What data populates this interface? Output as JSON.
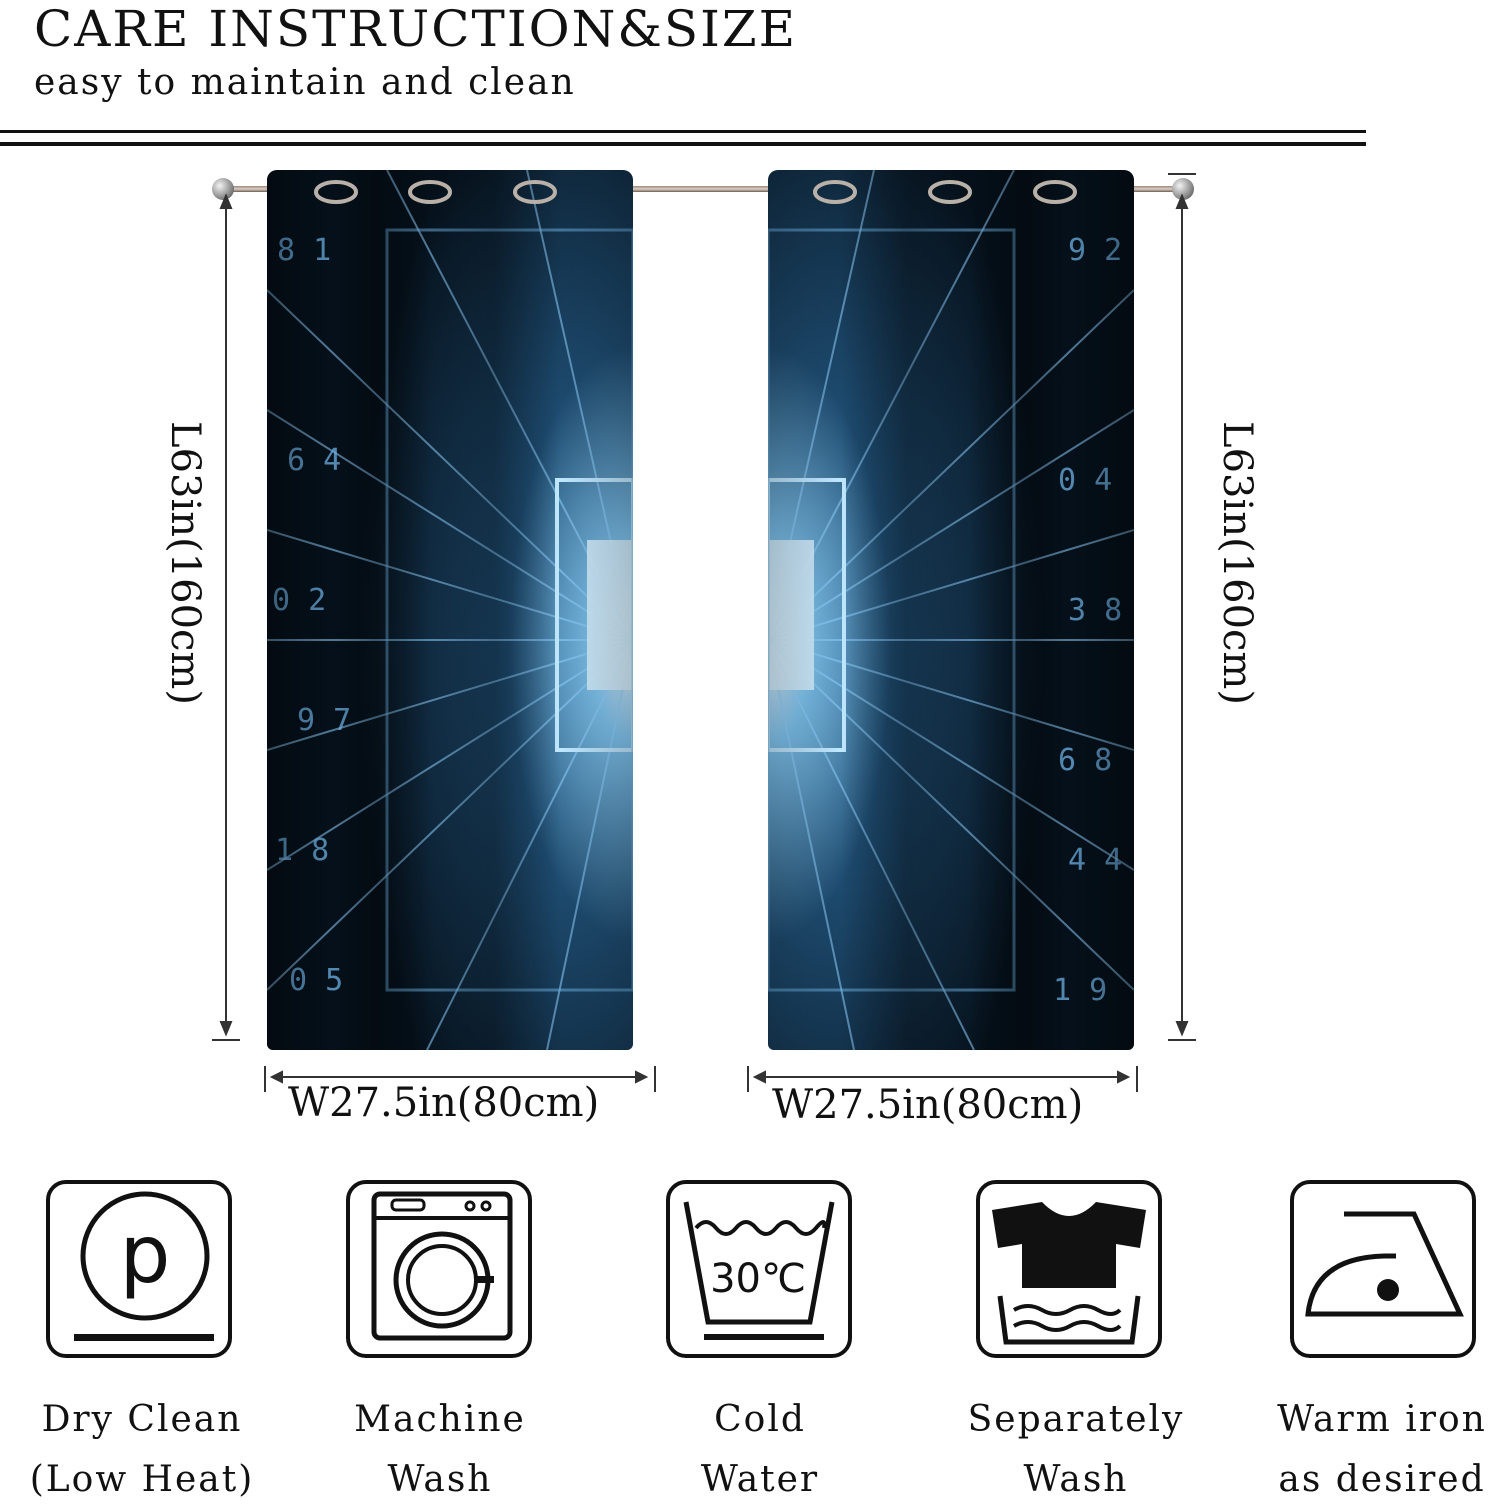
{
  "header": {
    "title": "CARE INSTRUCTION&SIZE",
    "subtitle": "easy to maintain and clean"
  },
  "dimensions": {
    "left_length": "L63in(160cm)",
    "right_length": "L63in(160cm)",
    "left_width": "W27.5in(80cm)",
    "right_width": "W27.5in(80cm)"
  },
  "care_items": [
    {
      "icon": "dry-clean-icon",
      "line1": "Dry Clean",
      "line2": "(Low Heat)"
    },
    {
      "icon": "machine-wash-icon",
      "line1": "Machine",
      "line2": "Wash"
    },
    {
      "icon": "cold-water-icon",
      "line1": "Cold",
      "line2": "Water",
      "icon_text": "30℃"
    },
    {
      "icon": "separately-wash-icon",
      "line1": "Separately",
      "line2": "Wash"
    },
    {
      "icon": "warm-iron-icon",
      "line1": "Warm iron",
      "line2": "as desired"
    }
  ],
  "colors": {
    "curtain_dark": "#0a1420",
    "curtain_glow": "#9fd8ff",
    "curtain_blue": "#3a7fb0"
  }
}
